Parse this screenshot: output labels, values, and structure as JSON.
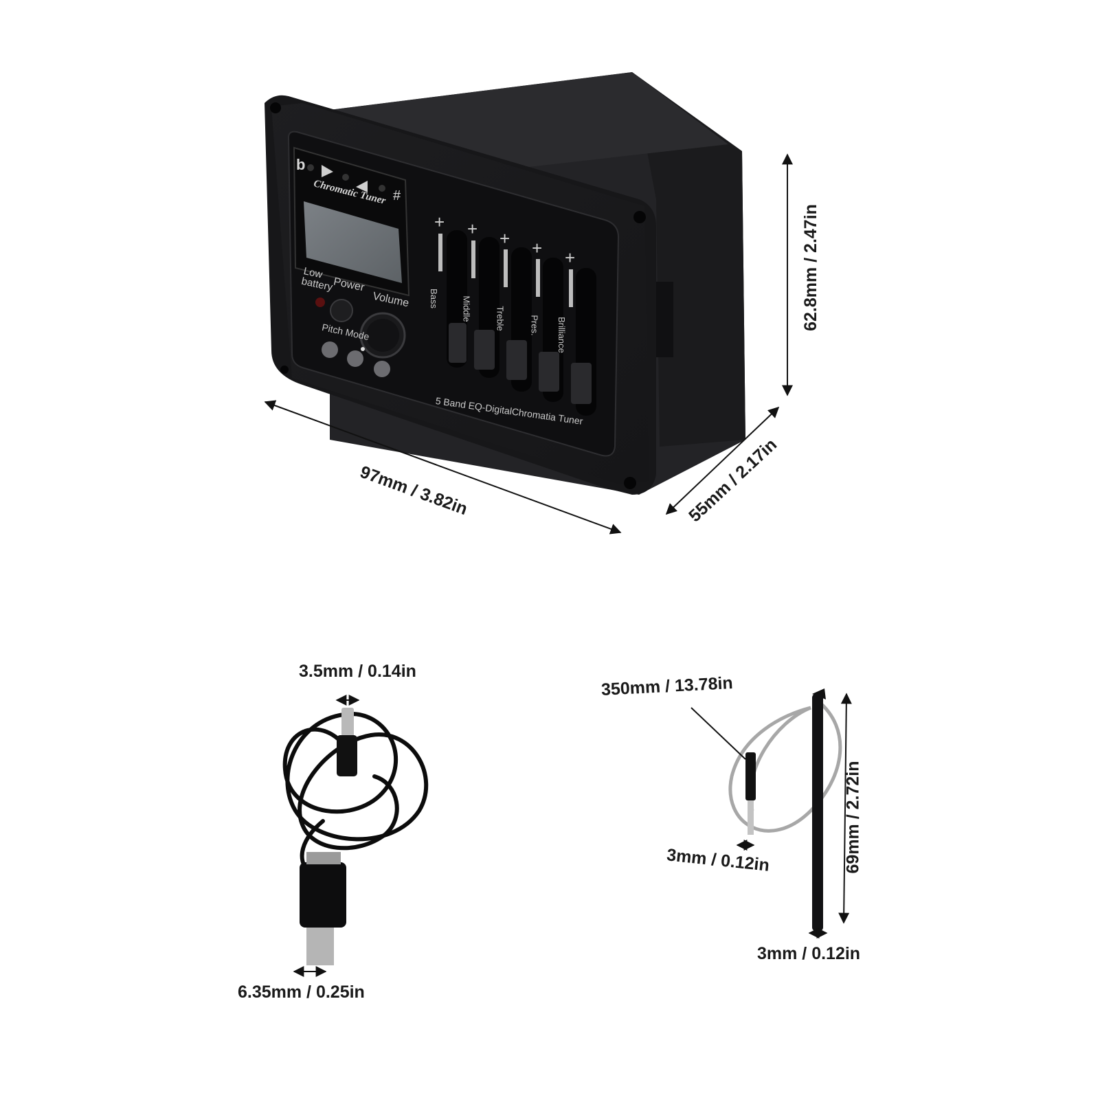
{
  "preamp": {
    "tuner_title": "Chromatic Tuner",
    "flat_symbol": "b",
    "sharp_symbol": "#",
    "low_battery": "Low battery",
    "power": "Power",
    "volume": "Volume",
    "pitch_mode": "Pitch Mode",
    "bands": [
      "Bass",
      "Middle",
      "Treble",
      "Pres.",
      "Brilliance"
    ],
    "footer": "5 Band EQ-DigitalChromatia Tuner"
  },
  "dimensions": {
    "width": "97mm / 3.82in",
    "depth": "55mm / 2.17in",
    "height": "62.8mm / 2.47in",
    "plug_3_5": "3.5mm / 0.14in",
    "jack_6_35": "6.35mm / 0.25in",
    "cable_length": "350mm / 13.78in",
    "pickup_length": "69mm / 2.72in",
    "pin_3mm_a": "3mm / 0.12in",
    "pin_3mm_b": "3mm / 0.12in"
  },
  "colors": {
    "body": "#1c1c1e",
    "panel": "#111113",
    "lcd": "#6f7478",
    "text_panel": "#c9c9c9"
  }
}
